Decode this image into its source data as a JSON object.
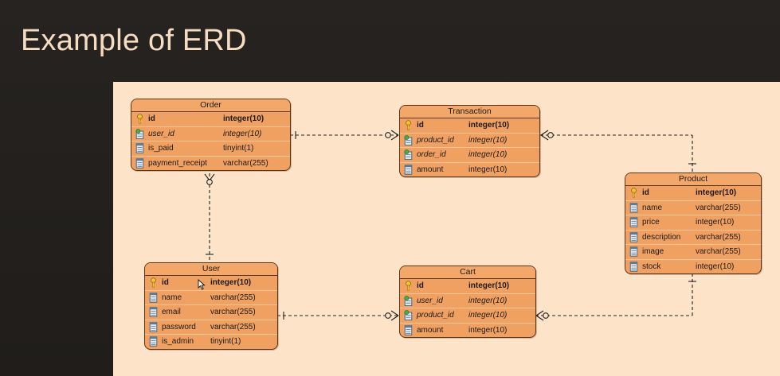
{
  "title": "Example of ERD",
  "entities": {
    "order": {
      "name": "Order",
      "columns": [
        {
          "name": "id",
          "type": "integer(10)",
          "kind": "pk"
        },
        {
          "name": "user_id",
          "type": "integer(10)",
          "kind": "fk"
        },
        {
          "name": "is_paid",
          "type": "tinyint(1)",
          "kind": "col"
        },
        {
          "name": "payment_receipt",
          "type": "varchar(255)",
          "kind": "col"
        }
      ]
    },
    "transaction": {
      "name": "Transaction",
      "columns": [
        {
          "name": "id",
          "type": "integer(10)",
          "kind": "pk"
        },
        {
          "name": "product_id",
          "type": "integer(10)",
          "kind": "fk"
        },
        {
          "name": "order_id",
          "type": "integer(10)",
          "kind": "fk"
        },
        {
          "name": "amount",
          "type": "integer(10)",
          "kind": "col"
        }
      ]
    },
    "product": {
      "name": "Product",
      "columns": [
        {
          "name": "id",
          "type": "integer(10)",
          "kind": "pk"
        },
        {
          "name": "name",
          "type": "varchar(255)",
          "kind": "col"
        },
        {
          "name": "price",
          "type": "integer(10)",
          "kind": "col"
        },
        {
          "name": "description",
          "type": "varchar(255)",
          "kind": "col"
        },
        {
          "name": "image",
          "type": "varchar(255)",
          "kind": "col"
        },
        {
          "name": "stock",
          "type": "integer(10)",
          "kind": "col"
        }
      ]
    },
    "user": {
      "name": "User",
      "columns": [
        {
          "name": "id",
          "type": "integer(10)",
          "kind": "pk"
        },
        {
          "name": "name",
          "type": "varchar(255)",
          "kind": "col"
        },
        {
          "name": "email",
          "type": "varchar(255)",
          "kind": "col"
        },
        {
          "name": "password",
          "type": "varchar(255)",
          "kind": "col"
        },
        {
          "name": "is_admin",
          "type": "tinyint(1)",
          "kind": "col"
        }
      ]
    },
    "cart": {
      "name": "Cart",
      "columns": [
        {
          "name": "id",
          "type": "integer(10)",
          "kind": "pk"
        },
        {
          "name": "user_id",
          "type": "integer(10)",
          "kind": "fk"
        },
        {
          "name": "product_id",
          "type": "integer(10)",
          "kind": "fk"
        },
        {
          "name": "amount",
          "type": "integer(10)",
          "kind": "col"
        }
      ]
    }
  },
  "relationships": [
    {
      "from": "Order",
      "to": "Transaction"
    },
    {
      "from": "Transaction",
      "to": "Product"
    },
    {
      "from": "User",
      "to": "Order"
    },
    {
      "from": "User",
      "to": "Cart"
    },
    {
      "from": "Product",
      "to": "Cart"
    }
  ],
  "colors": {
    "entity_fill": "#f0a060",
    "entity_border": "#5a3516",
    "canvas": "#fde3c8",
    "slide_bg": "#231f1c",
    "title_text": "#f6dcc0"
  },
  "icons": {
    "pk": "key-icon",
    "fk": "foreign-key-icon",
    "col": "column-icon"
  }
}
